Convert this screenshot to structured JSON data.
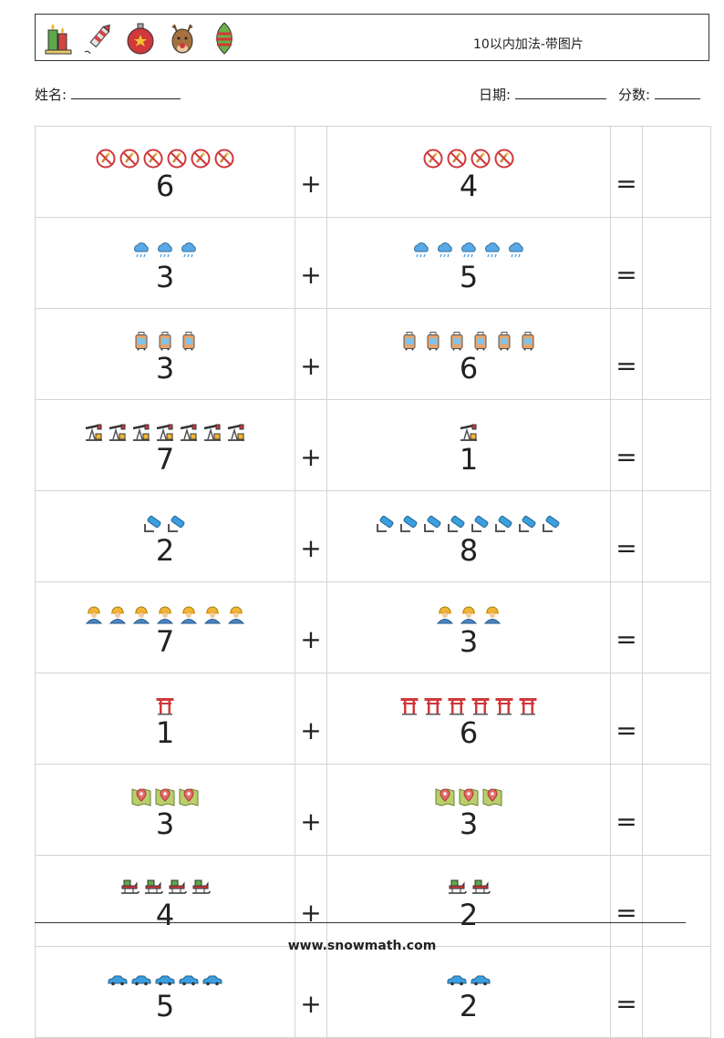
{
  "header": {
    "title": "10以内加法-带图片",
    "icons": [
      "candles-icon",
      "firework-rocket-icon",
      "christmas-ornament-icon",
      "reindeer-icon",
      "ornament-drop-icon"
    ]
  },
  "fields": {
    "name_label": "姓名:",
    "date_label": "日期:",
    "score_label": "分数:"
  },
  "operators": {
    "plus": "+",
    "equals": "="
  },
  "problems": [
    {
      "a": 6,
      "b": 4,
      "icon": "no-fireworks-icon"
    },
    {
      "a": 3,
      "b": 5,
      "icon": "rain-cloud-icon"
    },
    {
      "a": 3,
      "b": 6,
      "icon": "suitcase-icon"
    },
    {
      "a": 7,
      "b": 1,
      "icon": "oil-pump-icon"
    },
    {
      "a": 2,
      "b": 8,
      "icon": "spray-paint-icon"
    },
    {
      "a": 7,
      "b": 3,
      "icon": "worker-icon"
    },
    {
      "a": 1,
      "b": 6,
      "icon": "torii-gate-icon"
    },
    {
      "a": 3,
      "b": 3,
      "icon": "map-pin-icon"
    },
    {
      "a": 4,
      "b": 2,
      "icon": "sleigh-icon"
    },
    {
      "a": 5,
      "b": 2,
      "icon": "car-icon"
    }
  ],
  "footer": {
    "url": "www.snowmath.com"
  }
}
